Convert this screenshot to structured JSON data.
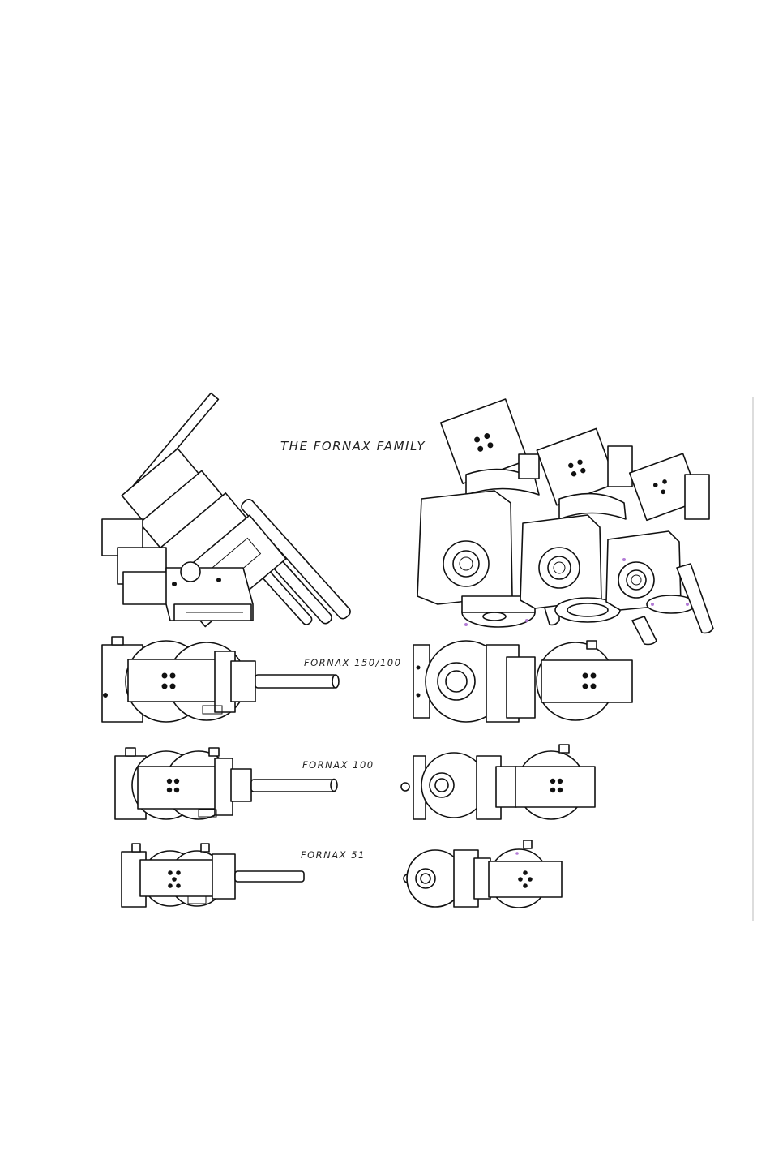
{
  "diagram": {
    "title": "THE FORNAX FAMILY",
    "labels": {
      "fornax_150_100": "FORNAX 150/100",
      "fornax_100": "FORNAX 100",
      "fornax_51": "FORNAX 51"
    }
  },
  "colors": {
    "line": "#111111",
    "background": "#ffffff",
    "accent_marks": "#b37bd6"
  }
}
